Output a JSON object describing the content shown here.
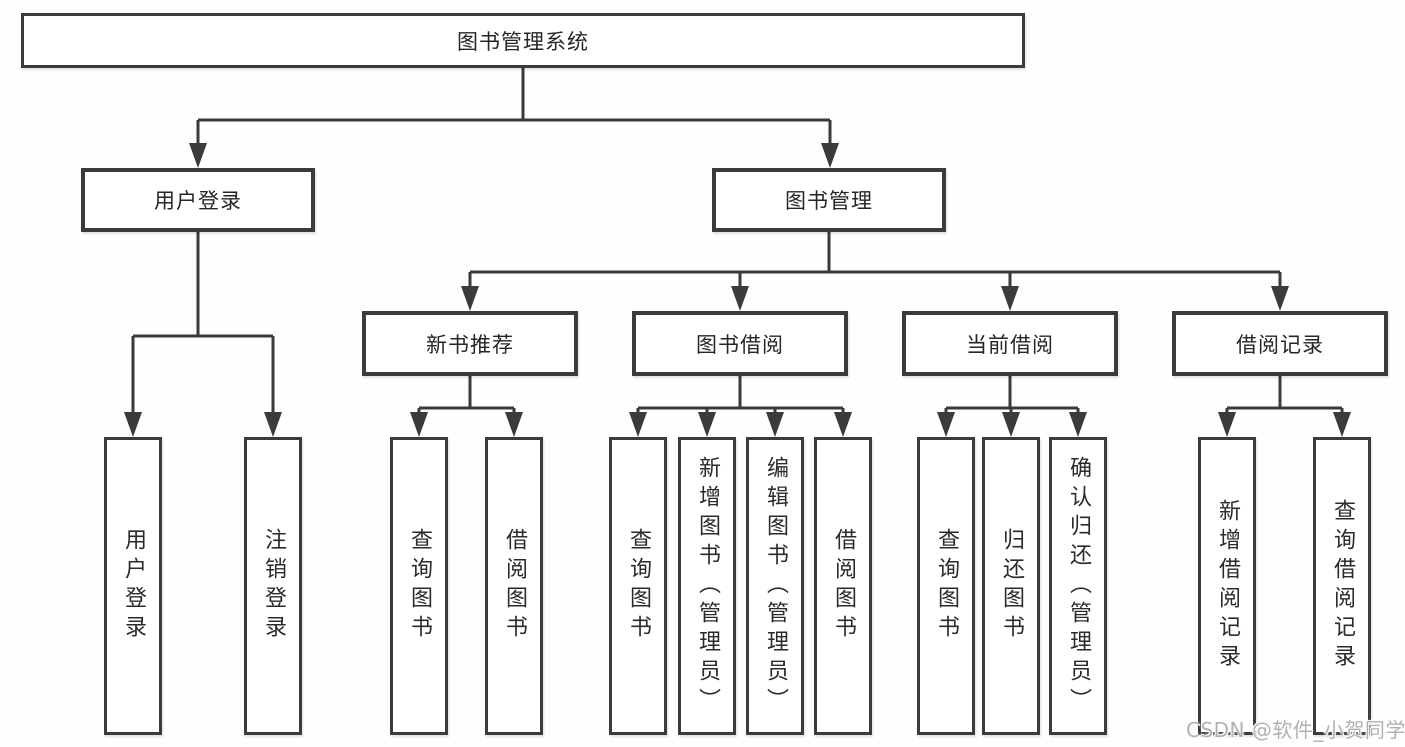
{
  "diagram": {
    "root": {
      "label": "图书管理系统"
    },
    "branches": [
      {
        "label": "用户登录"
      },
      {
        "label": "图书管理"
      }
    ],
    "sections": [
      {
        "label": "新书推荐"
      },
      {
        "label": "图书借阅"
      },
      {
        "label": "当前借阅"
      },
      {
        "label": "借阅记录"
      }
    ],
    "leaves": [
      {
        "label": "用户登录",
        "parent": "用户登录"
      },
      {
        "label": "注销登录",
        "parent": "用户登录"
      },
      {
        "label": "查询图书",
        "parent": "新书推荐"
      },
      {
        "label": "借阅图书",
        "parent": "新书推荐"
      },
      {
        "label": "查询图书",
        "parent": "图书借阅"
      },
      {
        "label": "新增图书（管理员）",
        "parent": "图书借阅"
      },
      {
        "label": "编辑图书（管理员）",
        "parent": "图书借阅"
      },
      {
        "label": "借阅图书",
        "parent": "图书借阅"
      },
      {
        "label": "查询图书",
        "parent": "当前借阅"
      },
      {
        "label": "归还图书",
        "parent": "当前借阅"
      },
      {
        "label": "确认归还（管理员）",
        "parent": "当前借阅"
      },
      {
        "label": "新增借阅记录",
        "parent": "借阅记录"
      },
      {
        "label": "查询借阅记录",
        "parent": "借阅记录"
      }
    ]
  },
  "watermark": {
    "text": "CSDN @软件_小贺同学"
  },
  "colors": {
    "line": "#3b3b3b",
    "box_border": "#3b3b3b",
    "text": "#262626",
    "watermark": "#b1b1b1",
    "background": "#fefefe"
  }
}
